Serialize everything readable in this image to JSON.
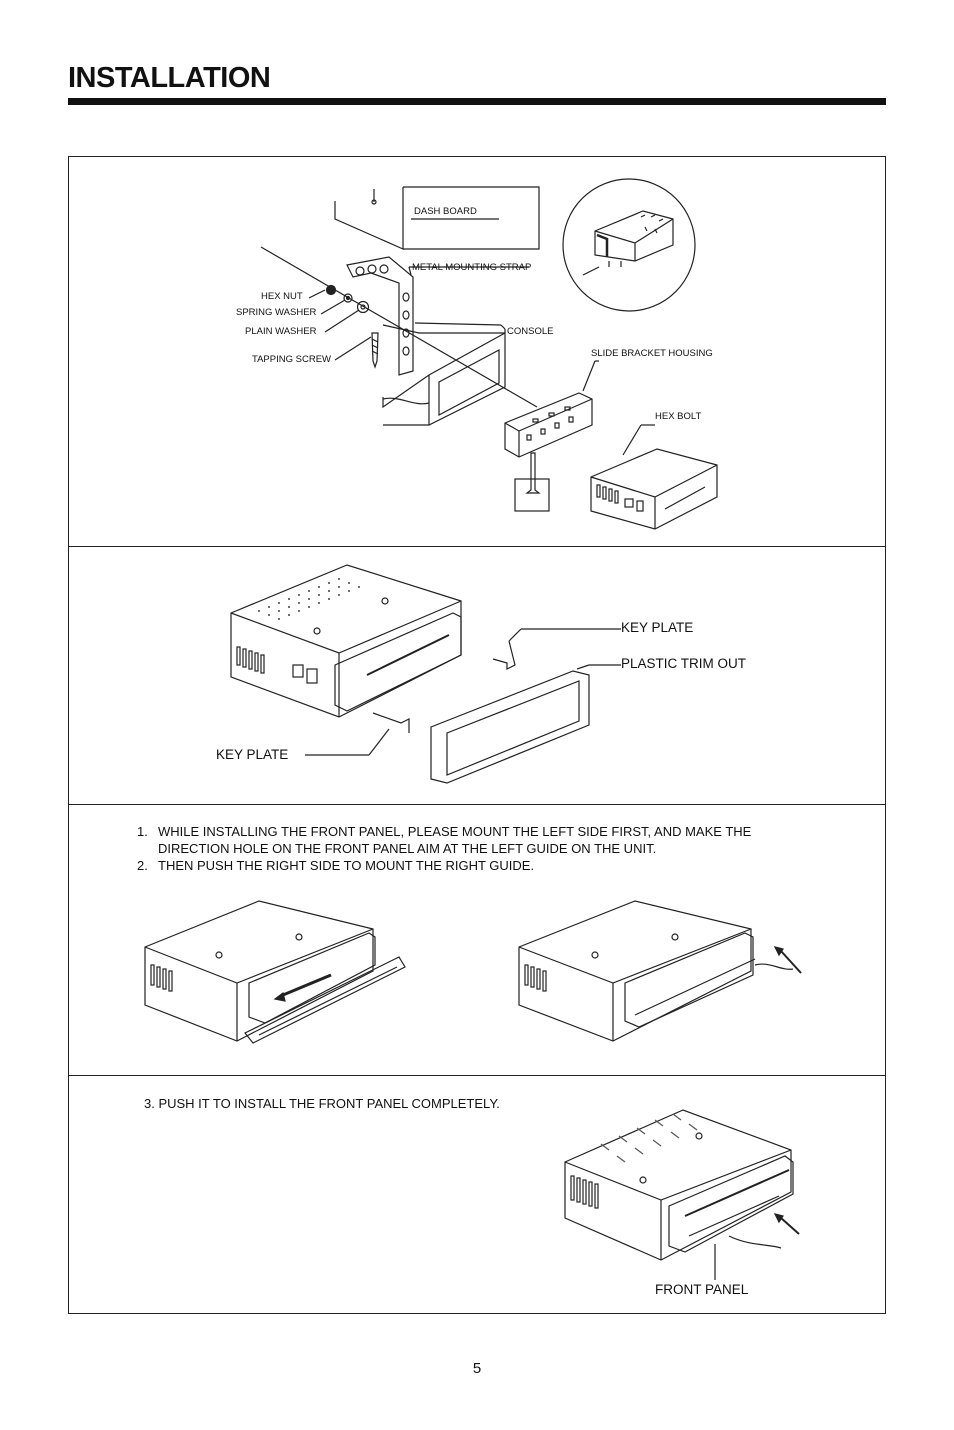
{
  "header": {
    "title": "INSTALLATION"
  },
  "panel1": {
    "labels": {
      "dash_board": "DASH BOARD",
      "metal_mounting_strap": "METAL MOUNTING STRAP",
      "hex_nut": "HEX NUT",
      "spring_washer": "SPRING WASHER",
      "plain_washer": "PLAIN WASHER",
      "tapping_screw": "TAPPING SCREW",
      "console": "CONSOLE",
      "slide_bracket_housing": "SLIDE BRACKET HOUSING",
      "hex_bolt": "HEX BOLT"
    }
  },
  "panel2": {
    "labels": {
      "key_plate_top": "KEY PLATE",
      "plastic_trim_out": "PLASTIC TRIM OUT",
      "key_plate_bottom": "KEY PLATE"
    }
  },
  "panel3": {
    "steps": [
      {
        "num": "1.",
        "text": "WHILE INSTALLING THE FRONT PANEL, PLEASE MOUNT THE LEFT SIDE FIRST, AND MAKE THE DIRECTION HOLE ON THE FRONT PANEL AIM AT THE LEFT GUIDE ON THE UNIT."
      },
      {
        "num": "2.",
        "text": "THEN PUSH THE RIGHT SIDE TO MOUNT THE RIGHT GUIDE."
      }
    ]
  },
  "panel4": {
    "step": "3.  PUSH IT TO INSTALL THE FRONT PANEL COMPLETELY.",
    "front_panel": "FRONT PANEL"
  },
  "footer": {
    "page_number": "5"
  }
}
